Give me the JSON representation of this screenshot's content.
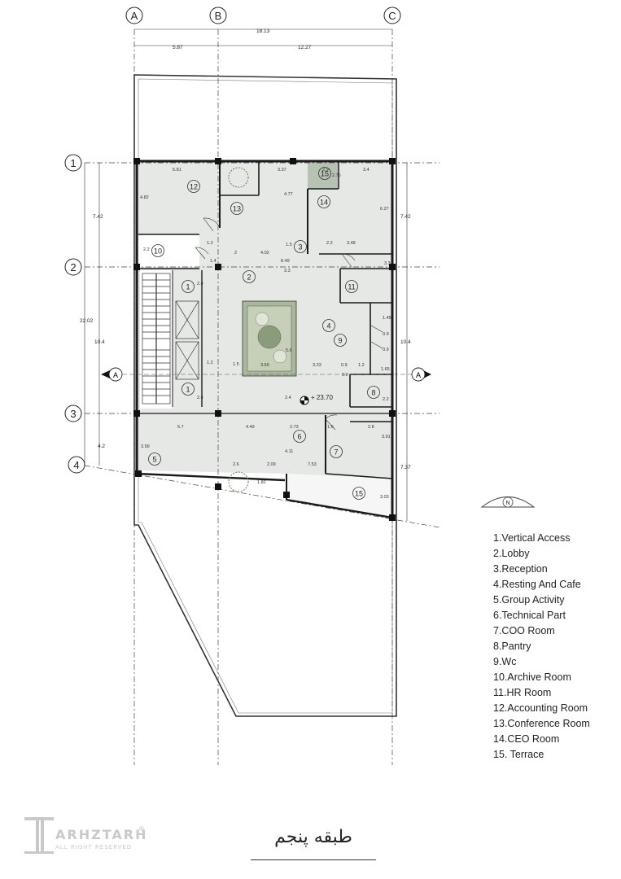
{
  "grid": {
    "columns": [
      "A",
      "B",
      "C"
    ],
    "rows": [
      "1",
      "2",
      "3",
      "4"
    ]
  },
  "dimensions": {
    "overall_width": "18.13",
    "width_a_b": "5.87",
    "width_b_c": "12.27",
    "total_depth": "22.02",
    "left_1_2": "7.42",
    "left_2_3": "10.4",
    "left_3_4": "4.2",
    "right_1_2": "7.42",
    "right_2_3": "10.4",
    "right_3_4": "7.37",
    "inner": [
      "5.81",
      "3.37",
      "3.4",
      "4.82",
      "4.77",
      "6.27",
      "2.75",
      "2.9",
      "1.2",
      "1.5",
      "2.2",
      "3.48",
      "2.2",
      "1.4",
      "2",
      "4.02",
      "8.49",
      "3.3",
      "3.3",
      "2.4",
      "1.2",
      "1.5",
      "3.69",
      "5.6",
      "3.23",
      "0.9",
      "1.2",
      "1.45",
      "0.9",
      "0.9",
      "1.65",
      "0.9",
      "2.2",
      "2.4",
      "2.4",
      "5.7",
      "4.49",
      "2.73",
      "1.6",
      "2.8",
      "3.91",
      "3.99",
      "4.11",
      "2.6",
      "2.09",
      "7.53",
      "1.82",
      "3.03"
    ]
  },
  "level_mark": "+ 23.70",
  "section_marker": "A",
  "north_label": "N",
  "room_numbers": [
    "1",
    "1",
    "2",
    "3",
    "4",
    "5",
    "6",
    "7",
    "8",
    "9",
    "10",
    "11",
    "12",
    "13",
    "14",
    "15",
    "15"
  ],
  "legend": [
    "1.Vertical Access",
    "2.Lobby",
    "3.Reception",
    "4.Resting And Cafe",
    "5.Group Activity",
    "6.Technical Part",
    "7.COO Room",
    "8.Pantry",
    "9.Wc",
    "10.Archive Room",
    "11.HR Room",
    "12.Accounting Room",
    "13.Conference Room",
    "14.CEO Room",
    "15. Terrace"
  ],
  "brand": {
    "name": "ARHZTARH",
    "subtitle": "ALL RIGHT RESERVED",
    "registered": "®"
  },
  "floor_title": "طبقه پنجم",
  "colors": {
    "room_fill": "#e6e8e6",
    "terrace_fill": "#f6f6f6",
    "wall": "#1a1a1a",
    "grid_line": "#444444",
    "planter_fill": "#a9b79a"
  }
}
